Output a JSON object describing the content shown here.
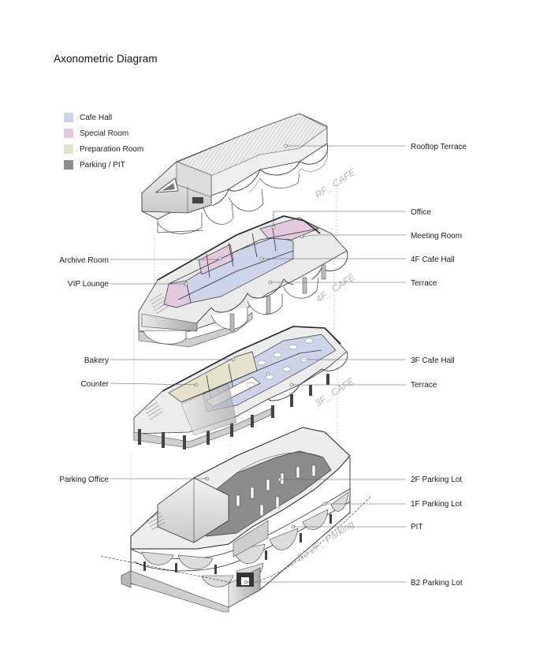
{
  "title": "Axonometric Diagram",
  "legend": [
    {
      "label": "Cafe Hall",
      "color": "#cdd3e8"
    },
    {
      "label": "Special Room",
      "color": "#e2c9dd"
    },
    {
      "label": "Preparation Room",
      "color": "#e4e2cc"
    },
    {
      "label": "Parking / PIT",
      "color": "#8c8c8c"
    }
  ],
  "floor_tags": {
    "rf": "RF_ CAFE",
    "f4": "4F_ CAFE",
    "f3": "3F_ CAFE",
    "b2_2f": "B2-2F_ Parking"
  },
  "labels_right": {
    "rooftop_terrace": "Rooftop Terrace",
    "office": "Office",
    "meeting_room": "Meeting Room",
    "cafe_hall_4f": "4F Cafe Hall",
    "terrace_4f": "Terrace",
    "cafe_hall_3f": "3F Cafe Hall",
    "terrace_3f": "Terrace",
    "parking_lot_2f": "2F Parking Lot",
    "parking_lot_1f": "1F Parking Lot",
    "pit": "PIT",
    "parking_lot_b2": "B2 Parking Lot"
  },
  "labels_left": {
    "archive_room": "Archive Room",
    "vip_lounge": "VIP Lounge",
    "bakery": "Bakery",
    "counter": "Counter",
    "parking_office": "Parking Office"
  }
}
